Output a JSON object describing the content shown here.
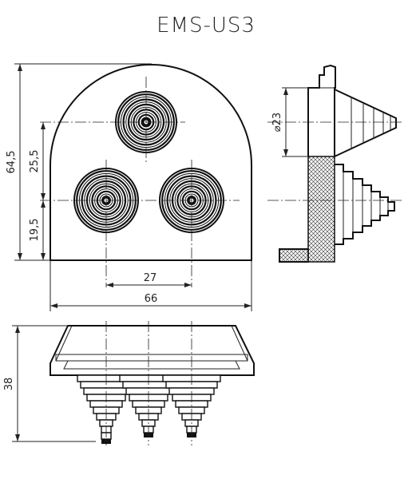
{
  "title": "EMS-US3",
  "dimensions": {
    "height_total": "64,5",
    "upper_offset": "25,5",
    "lower_offset": "19,5",
    "spacing": "27",
    "width_total": "66",
    "diameter": "⌀23",
    "bottom_height": "38"
  }
}
